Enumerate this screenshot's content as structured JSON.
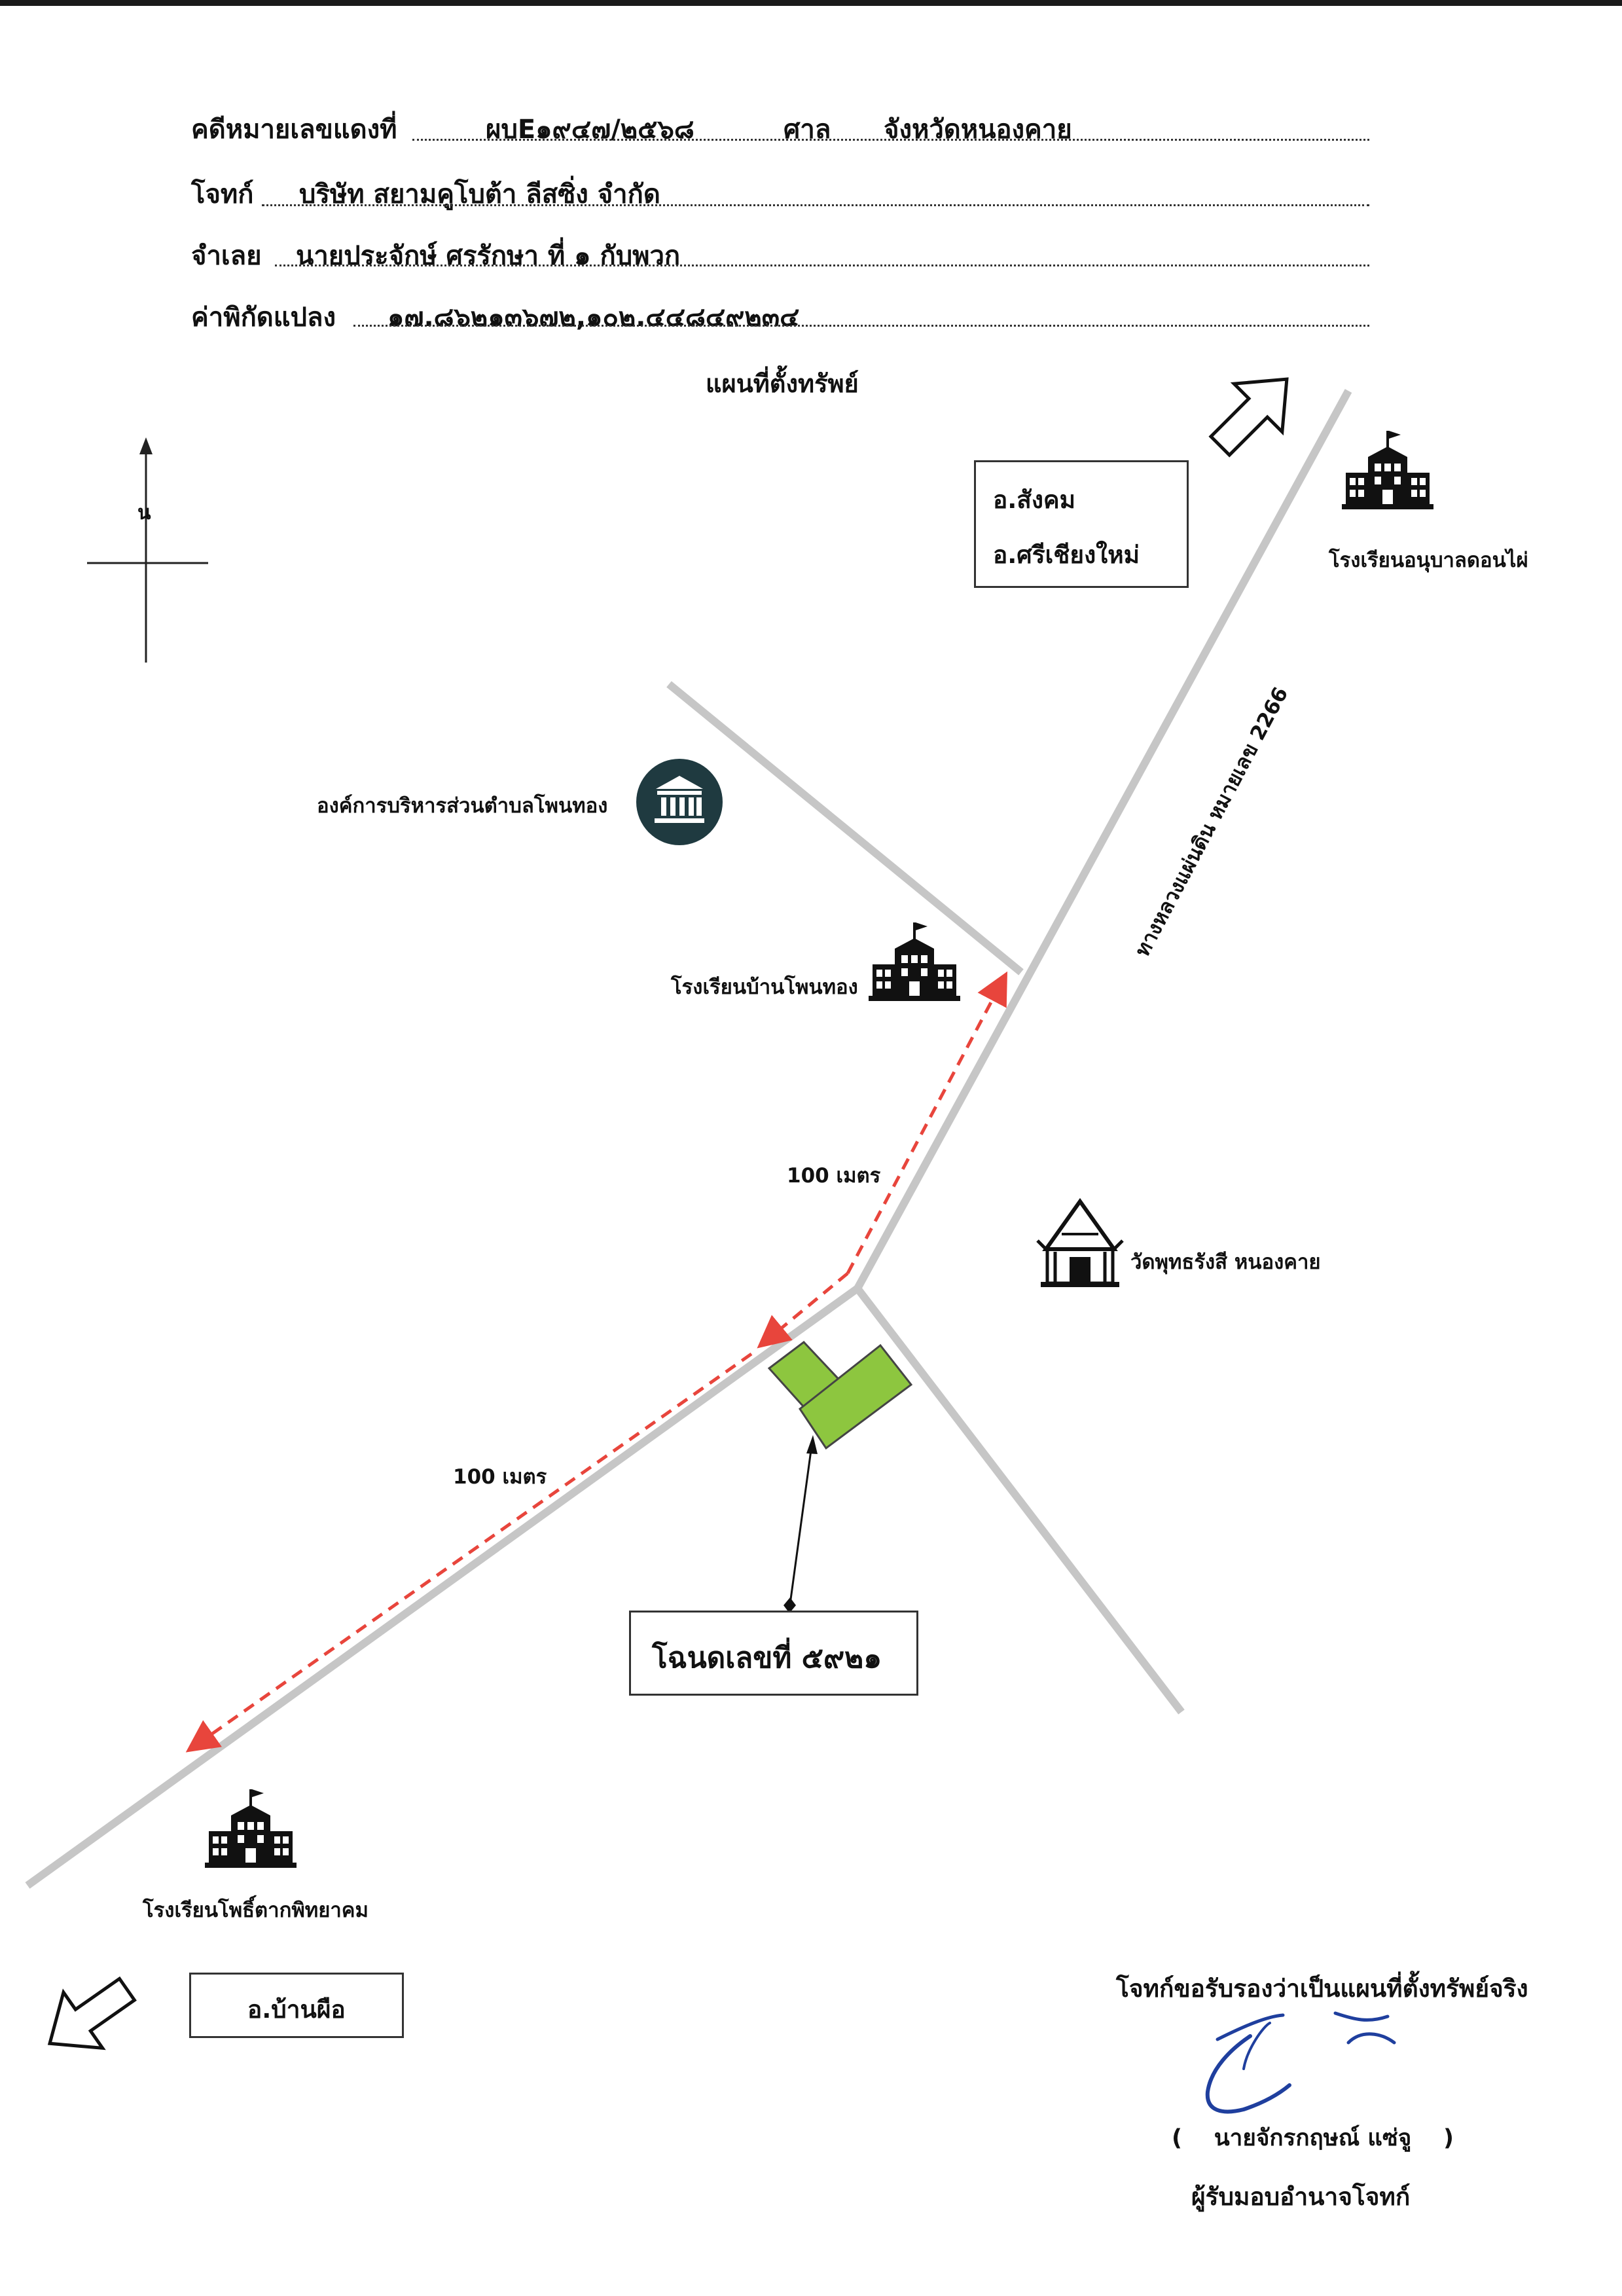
{
  "header": {
    "case_label": "คดีหมายเลขแดงที่",
    "case_value": "ผบE๑๙๔๗/๒๕๖๘",
    "court_label": "ศาล",
    "court_value": "จังหวัดหนองคาย",
    "plaintiff_label": "โจทก์",
    "plaintiff_value": "บริษัท สยามคูโบต้า ลีสซิ่ง  จำกัด",
    "defendant_label": "จำเลย",
    "defendant_value": "นายประจักษ์ ศรรักษา ที่ ๑ กับพวก",
    "coords_label": "ค่าพิกัดแปลง",
    "coords_value": "๑๗.๘๖๒๑๓๖๗๒,๑๐๒.๔๔๘๔๙๒๓๔"
  },
  "map": {
    "title": "แผนที่ตั้งทรัพย์",
    "north_label": "น",
    "districts_top": [
      "อ.สังคม",
      "อ.ศรีเชียงใหม่"
    ],
    "district_bottom": "อ.บ้านผือ",
    "road_label": "ทางหลวงแผ่นดิน หมายเลข 2266",
    "distance_1": "100 เมตร",
    "distance_2": "100 เมตร",
    "parcel_label": "โฉนดเลขที่ ๕๙๒๑",
    "landmarks": {
      "school_top_right": "โรงเรียนอนุบาลดอนไผ่",
      "sao": "องค์การบริหารส่วนตำบลโพนทอง",
      "school_middle": "โรงเรียนบ้านโพนทอง",
      "temple": "วัดพุทธรังสี หนองคาย",
      "school_bottom_left": "โรงเรียนโพธิ์ตากพิทยาคม"
    }
  },
  "certification": {
    "statement": "โจทก์ขอรับรองว่าเป็นแผนที่ตั้งทรัพย์จริง",
    "signer_name": "(    นายจักรกฤษณ์ แซ่จู    )",
    "signer_role": "ผู้รับมอบอำนาจโจทก์"
  },
  "colors": {
    "road": "#c6c6c6",
    "parcel": "#8dc63f",
    "route_arrow": "#e8453c",
    "signature": "#1f3f9e",
    "sao_icon_bg": "#1f3a40"
  },
  "icons": [
    "north-arrow-icon",
    "school-building-icon",
    "government-building-icon",
    "temple-icon",
    "direction-arrow-icon",
    "signature-icon"
  ]
}
